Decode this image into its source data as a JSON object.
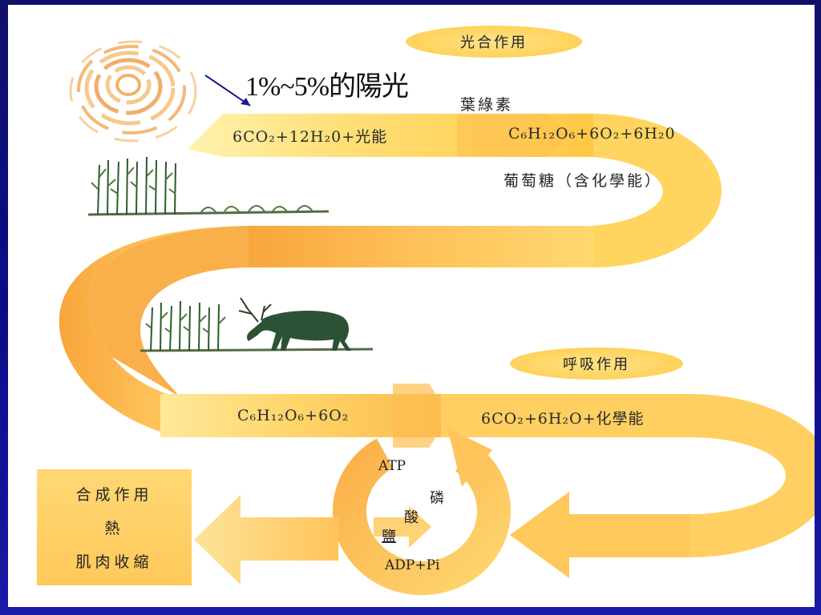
{
  "photosynthesis_label": "光合作用",
  "respiration_label": "呼吸作用",
  "sunlight_note": "1%~5%的陽光",
  "chlorophyll_label": "葉綠素",
  "photo_reactants": "6CO₂+12H₂0+光能",
  "photo_products": "C₆H₁₂O₆+6O₂+6H₂0",
  "glucose_label": "葡萄糖（含化學能）",
  "resp_reactants": "C₆H₁₂O₆+6O₂",
  "resp_products": "6CO₂+6H₂O+化學能",
  "atp_label": "ATP",
  "adp_label": "ADP+Pi",
  "phosphate_chars": [
    "磷",
    "酸",
    "鹽"
  ],
  "result_box": [
    "合成作用",
    "熱",
    "肌肉收縮"
  ],
  "colors": {
    "band_light": "#ffe27e",
    "band_dark": "#f7a93c",
    "background": "#0b0b88"
  },
  "icons": {
    "sun": "sun-rings-icon",
    "plants": "corn-plants-icon",
    "deer": "deer-icon"
  }
}
